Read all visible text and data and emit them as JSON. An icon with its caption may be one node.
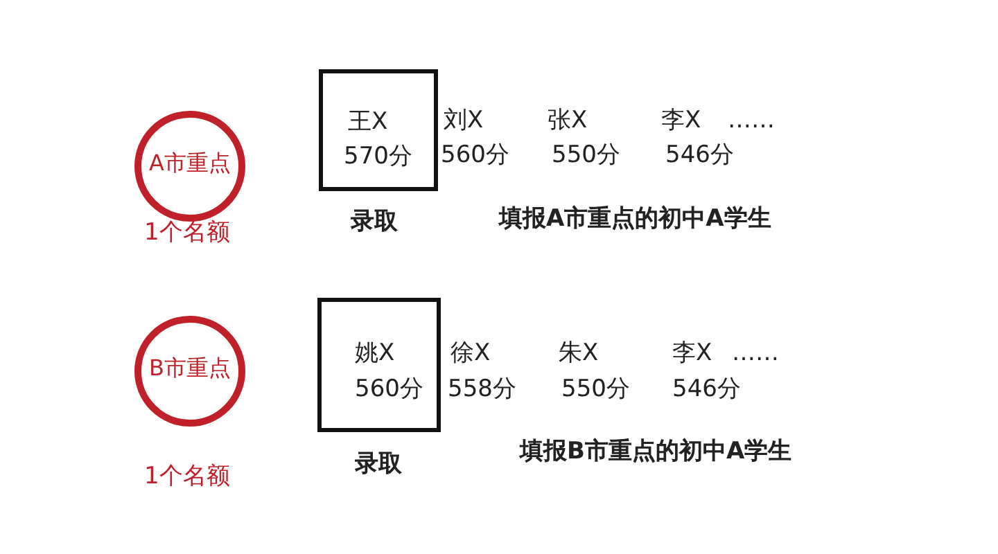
{
  "diagram": {
    "nodes": [
      {
        "text": [
          "A市重点"
        ],
        "beside": [
          "1个名额"
        ]
      },
      {
        "text": [
          "王X",
          "570分"
        ],
        "beside": [
          "录取"
        ]
      },
      {
        "text": [
          "B市重点"
        ],
        "beside": [
          "1个名额"
        ]
      },
      {
        "text": [
          "姚X",
          "560分"
        ],
        "beside": [
          "录取"
        ]
      }
    ],
    "labels": [
      "刘X",
      "560分",
      "张X",
      "550分",
      "李X",
      "546分",
      "……",
      "填报A市重点的初中A学生",
      "徐X",
      "558分",
      "朱X",
      "550分",
      "李X",
      "546分",
      "……",
      "填报B市重点的初中A学生"
    ]
  }
}
